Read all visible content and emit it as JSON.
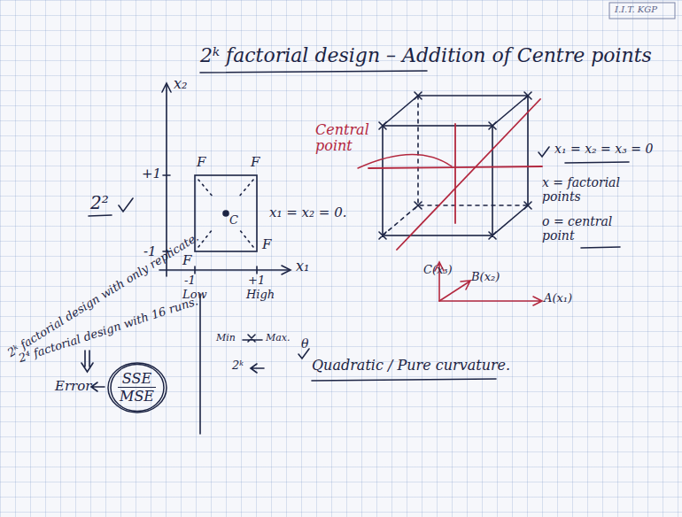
{
  "diagram": {
    "title": "2ᵏ factorial design – Addition of Centre points",
    "nodes": [
      {
        "text": [
          "SSE",
          "MSE"
        ]
      }
    ],
    "labels": [
      "I.I.T. KGP",
      "2²",
      "x₂",
      "+1",
      "-1",
      "F",
      "F",
      "F",
      "F",
      "C",
      "x₁ = x₂ = 0.",
      "-1",
      "Low",
      "+1",
      "High",
      "x₁",
      "Central point",
      "x₁ = x₂ = x₃ = 0",
      "x = factorial points",
      "o = central point",
      "C(x₃)",
      "B(x₂)",
      "A(x₁)",
      "2ᵏ factorial design with only replicate.",
      "2⁴ factorial design with 16 runs.",
      "Error",
      "Min",
      "Max.",
      "2ᵏ",
      "θ",
      "Quadratic / Pure curvature."
    ]
  }
}
